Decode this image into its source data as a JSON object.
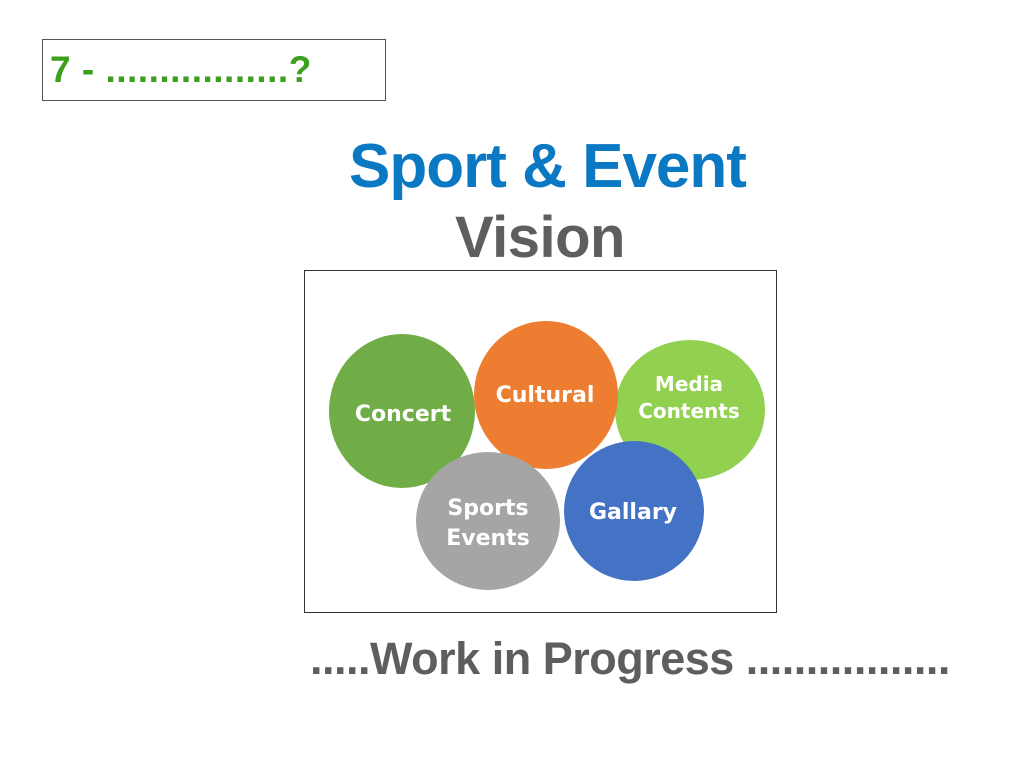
{
  "slide_label": "7 - .................?",
  "title": "Sport & Event",
  "subtitle": "Vision",
  "diagram": {
    "concert": "Concert",
    "cultural": "Cultural",
    "media_line1": "Media",
    "media_line2": "Contents",
    "sports_line1": "Sports",
    "sports_line2": "Events",
    "gallary": "Gallary"
  },
  "colors": {
    "concert": "#70ad47",
    "cultural": "#ed7d31",
    "media": "#92d050",
    "sports": "#a5a5a5",
    "gallary": "#4472c4",
    "label_green": "#3aa01e",
    "title_blue": "#0a78c2",
    "title_grey": "#5e5e5e"
  },
  "footer": ".....Work in Progress ................."
}
